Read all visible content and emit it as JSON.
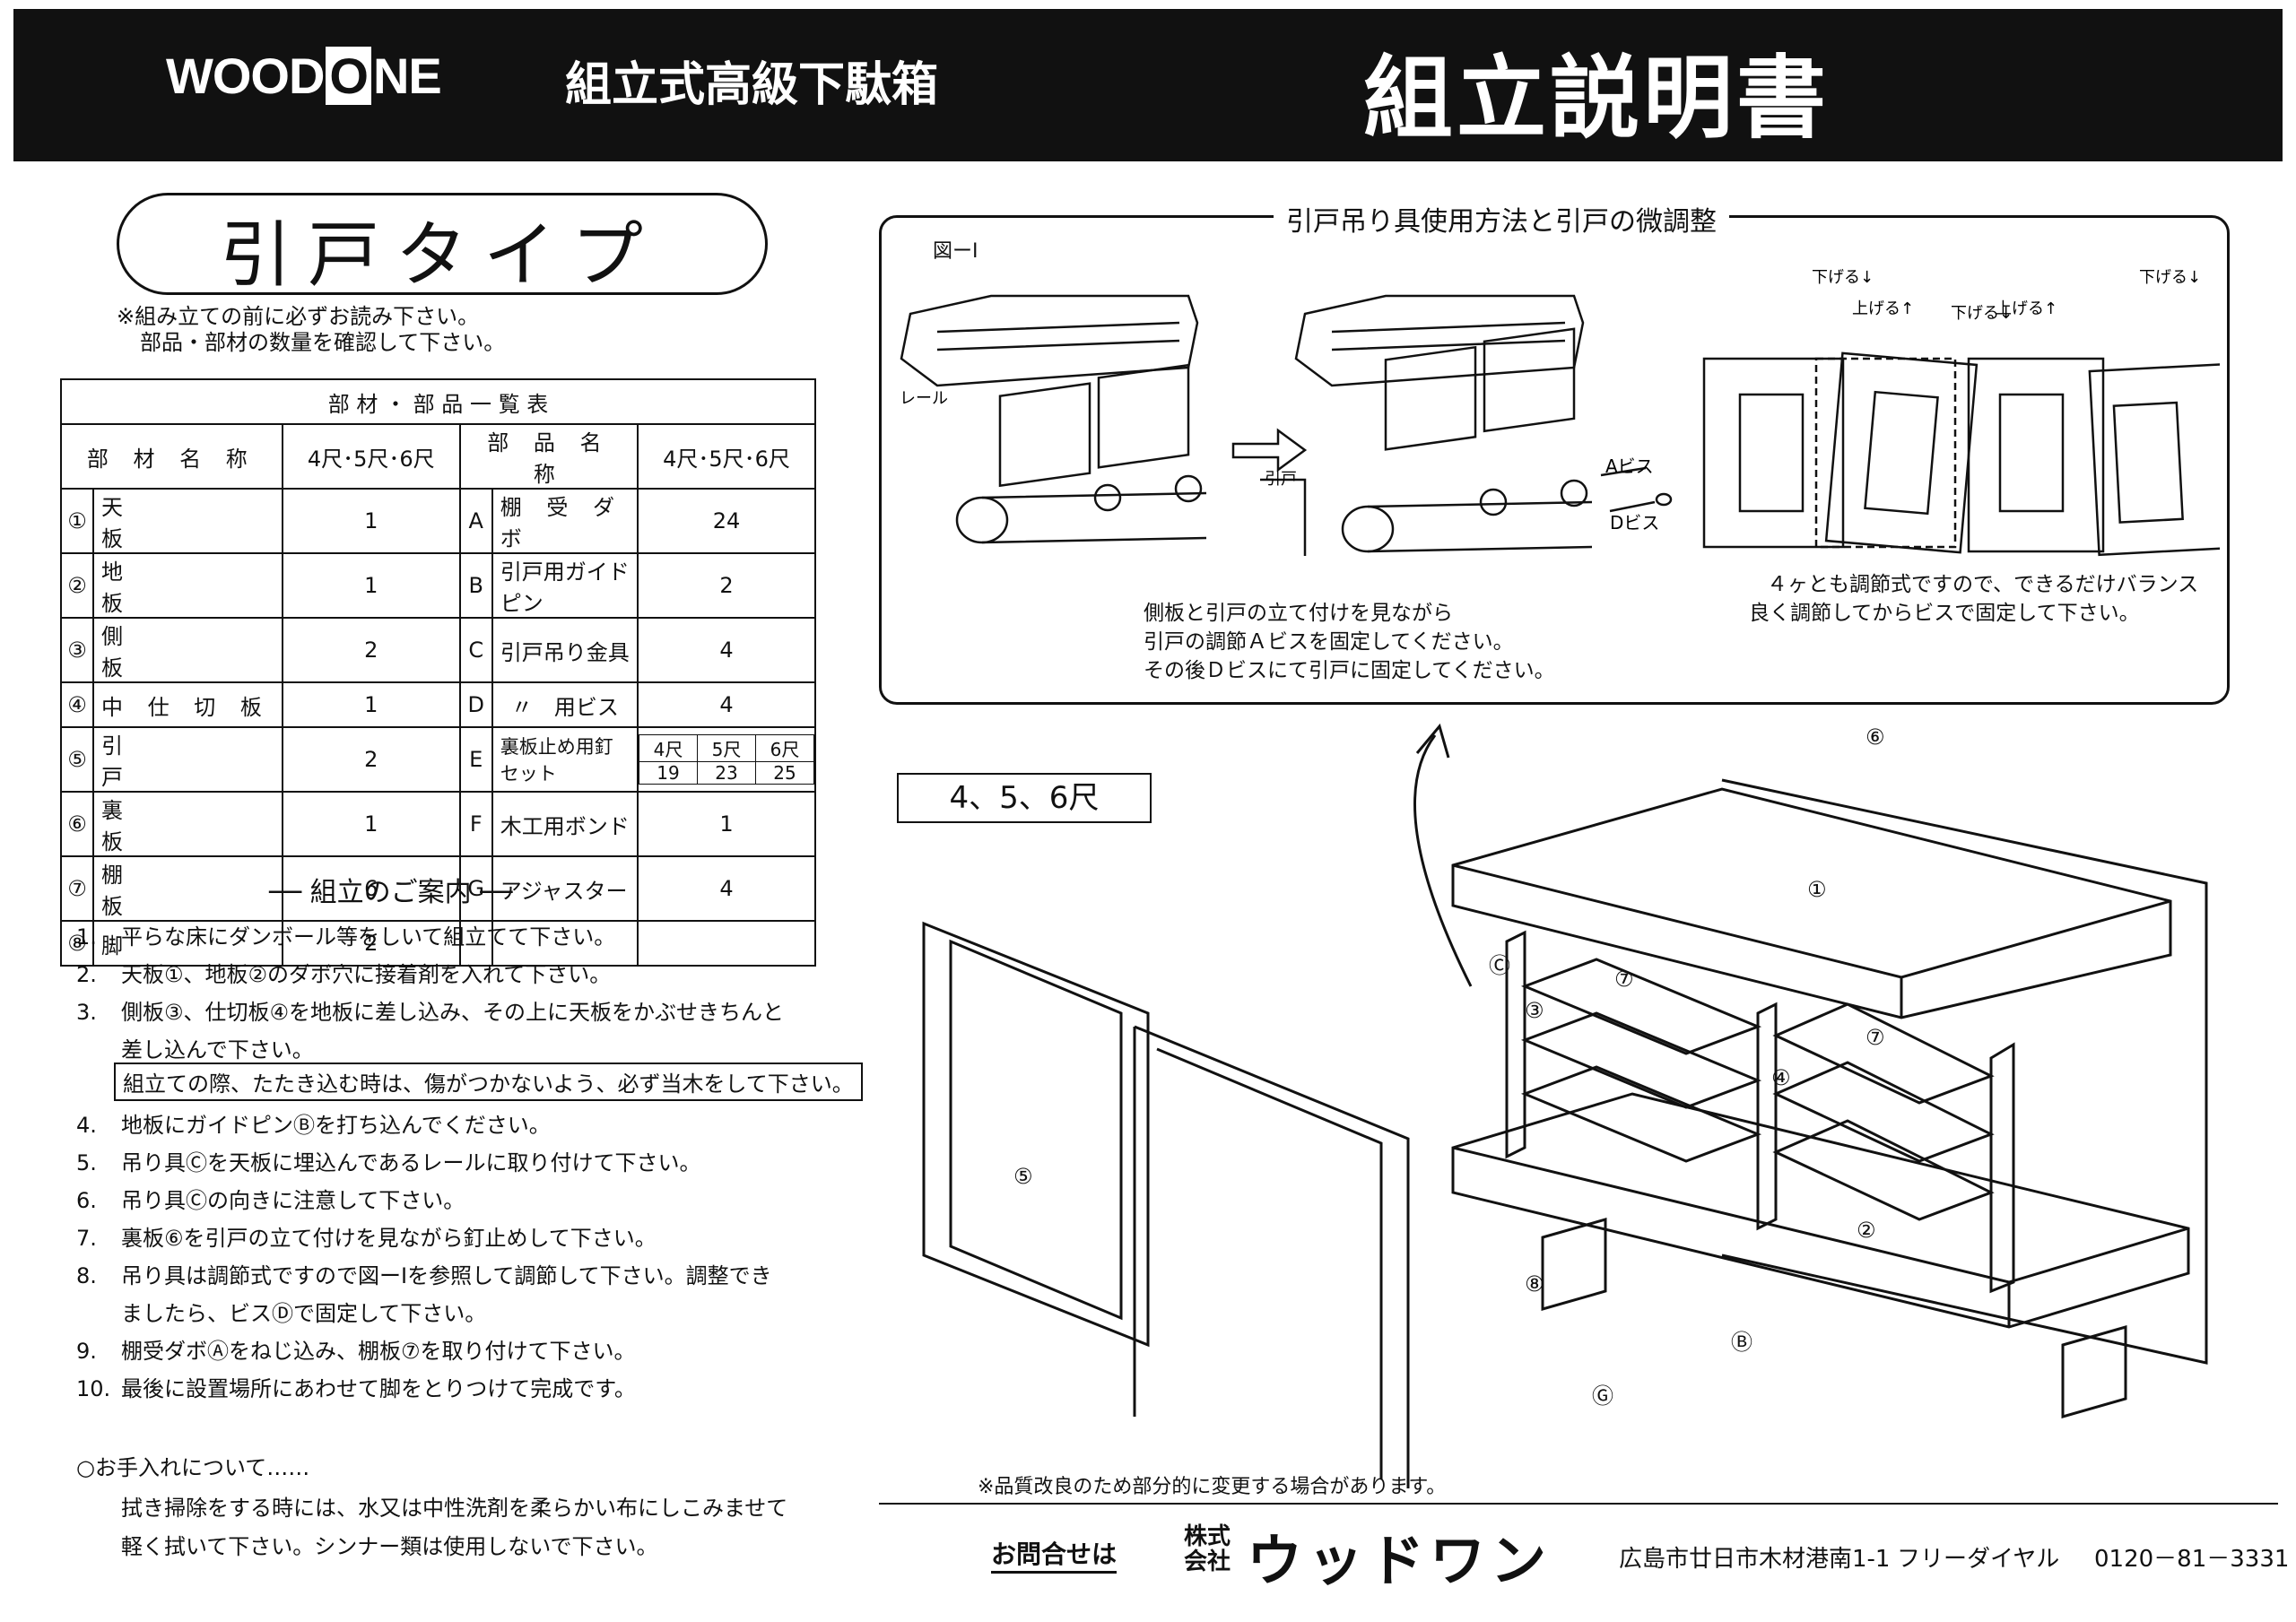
{
  "header": {
    "logo_left": "WOOD",
    "logo_box": "O",
    "logo_right": "NE",
    "product": "組立式高級下駄箱",
    "title": "組立説明書"
  },
  "left": {
    "type_label": "引戸タイプ",
    "notes": [
      "※組み立ての前に必ずお読み下さい。",
      "部品・部材の数量を確認して下さい。"
    ],
    "table": {
      "title": "部 材 ・ 部 品 一 覧 表",
      "headers": [
        "部 材 名 称",
        "4尺･5尺･6尺",
        "部 品 名 称",
        "4尺･5尺･6尺"
      ],
      "rows": [
        {
          "num": "①",
          "name": "天　　　　板",
          "qty": "1",
          "code": "A",
          "part": "棚 受 ダ ボ",
          "pqty": "24"
        },
        {
          "num": "②",
          "name": "地　　　　板",
          "qty": "1",
          "code": "B",
          "part": "引戸用ガイドピン",
          "pqty": "2"
        },
        {
          "num": "③",
          "name": "側　　　　板",
          "qty": "2",
          "code": "C",
          "part": "引戸吊り金具",
          "pqty": "4"
        },
        {
          "num": "④",
          "name": "中 仕 切 板",
          "qty": "1",
          "code": "D",
          "part": "〃　用ビス",
          "pqty": "4"
        },
        {
          "num": "⑤",
          "name": "引　　　　戸",
          "qty": "2",
          "code": "E",
          "part": "裏板止め用釘セット",
          "pqty": ""
        },
        {
          "num": "⑥",
          "name": "裏　　　　板",
          "qty": "1",
          "code": "F",
          "part": "木工用ボンド",
          "pqty": "1"
        },
        {
          "num": "⑦",
          "name": "棚　　　　板",
          "qty": "6",
          "code": "G",
          "part": "アジャスター",
          "pqty": "4"
        },
        {
          "num": "⑧",
          "name": "脚",
          "qty": "2",
          "code": "",
          "part": "",
          "pqty": ""
        }
      ],
      "e_sizes": [
        "4尺",
        "5尺",
        "6尺"
      ],
      "e_values": [
        "19",
        "23",
        "25"
      ]
    },
    "guide_title": "── 組立のご案内 ──",
    "steps": [
      {
        "n": "1.",
        "t": "平らな床にダンボール等をしいて組立てて下さい。"
      },
      {
        "n": "2.",
        "t": "天板①、地板②のダボ穴に接着剤を入れて下さい。"
      },
      {
        "n": "3.",
        "t": "側板③、仕切板④を地板に差し込み、その上に天板をかぶせきちんと"
      },
      {
        "n": "",
        "t": "差し込んで下さい。"
      },
      {
        "n": "4.",
        "t": "地板にガイドピンⒷを打ち込んでください。"
      },
      {
        "n": "5.",
        "t": "吊り具Ⓒを天板に埋込んであるレールに取り付けて下さい。"
      },
      {
        "n": "6.",
        "t": "吊り具Ⓒの向きに注意して下さい。"
      },
      {
        "n": "7.",
        "t": "裏板⑥を引戸の立て付けを見ながら釘止めして下さい。"
      },
      {
        "n": "8.",
        "t": "吊り具は調節式ですので図ーⅠを参照して調節して下さい。調整でき"
      },
      {
        "n": "",
        "t": "ましたら、ビスⒹで固定して下さい。"
      },
      {
        "n": "9.",
        "t": "棚受ダボⒶをねじ込み、棚板⑦を取り付けて下さい。"
      },
      {
        "n": "10.",
        "t": "最後に設置場所にあわせて脚をとりつけて完成です。"
      }
    ],
    "caution": "組立ての際、たたき込む時は、傷がつかないよう、必ず当木をして下さい。",
    "care_title": "○お手入れについて……",
    "care_lines": [
      "拭き掃除をする時には、水又は中性洗剤を柔らかい布にしこみませて",
      "軽く拭いて下さい。シンナー類は使用しないで下さい。"
    ]
  },
  "diagram": {
    "title": "引戸吊り具使用方法と引戸の微調整",
    "fig": "図ーⅠ",
    "rail": "レール",
    "door": "引戸",
    "a_screw": "Aビス",
    "d_screw": "Dビス",
    "lower": "下げる↓",
    "raise": "上げる↑",
    "note_left": [
      "側板と引戸の立て付けを見ながら",
      "引戸の調節Ａビスを固定してください。",
      "その後Ｄビスにて引戸に固定してください。"
    ],
    "note_right": [
      "４ヶとも調節式ですので、できるだけバランス",
      "良く調節してからビスで固定して下さい。"
    ]
  },
  "assembly": {
    "size_label": "4、5、6尺",
    "labels": [
      "①",
      "②",
      "③",
      "④",
      "⑤",
      "⑥",
      "⑦",
      "⑦",
      "⑧",
      "Ⓑ",
      "Ⓒ",
      "Ⓖ"
    ]
  },
  "footer": {
    "quality_note": "※品質改良のため部分的に変更する場合があります。",
    "inquiry": "お問合せは",
    "company_kind": "株式会社",
    "company": "ウッドワン",
    "address": "広島市廿日市木材港南1-1",
    "freedial": "フリーダイヤル",
    "phone": "0120－81－3331"
  }
}
